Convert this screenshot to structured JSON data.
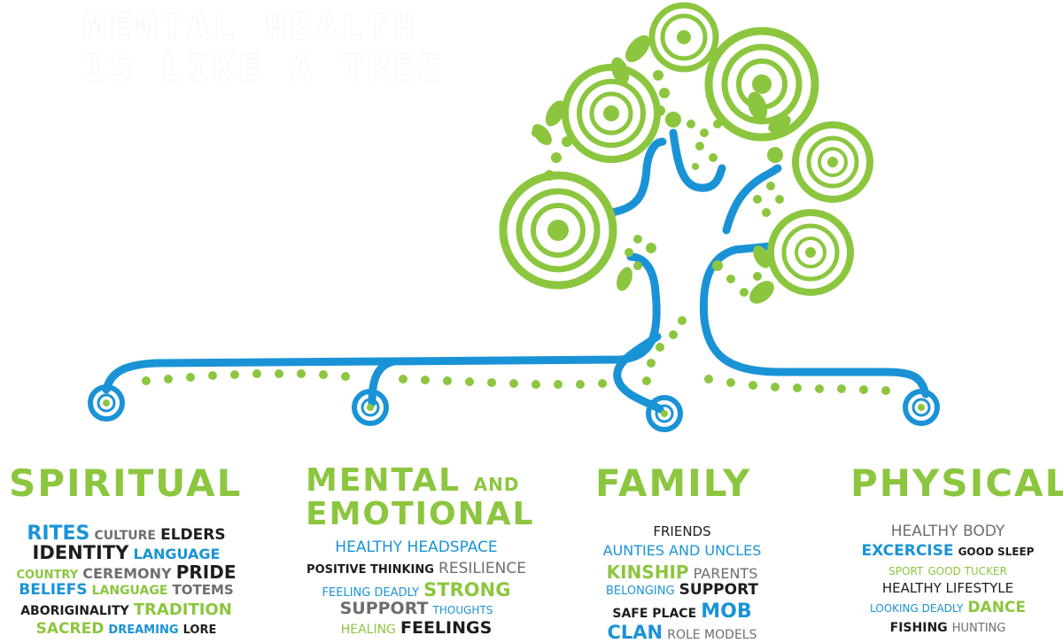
{
  "title": {
    "line1": "MENTAL HEALTH",
    "line2": "IS LIKE A TREE"
  },
  "colors": {
    "green": "#8cc63f",
    "blue": "#1a93d6",
    "dark": "#1d1d1b",
    "grey": "#6d6e71"
  },
  "sections": {
    "spiritual": {
      "heading": "SPIRITUAL",
      "words": [
        [
          "RITES",
          "CULTURE",
          "ELDERS"
        ],
        [
          "IDENTITY",
          "LANGUAGE"
        ],
        [
          "COUNTRY",
          "CEREMONY",
          "PRIDE"
        ],
        [
          "BELIEFS",
          "LANGUAGE",
          "TOTEMS"
        ],
        [
          "ABORIGINALITY",
          "TRADITION"
        ],
        [
          "SACRED",
          "DREAMING",
          "LORE"
        ]
      ]
    },
    "mental": {
      "heading": "MENTAL",
      "heading_and": "AND",
      "heading2": "EMOTIONAL",
      "words": [
        [
          "HEALTHY HEADSPACE"
        ],
        [
          "POSITIVE THINKING",
          "RESILIENCE"
        ],
        [
          "FEELING DEADLY",
          "STRONG"
        ],
        [
          "SUPPORT",
          "THOUGHTS"
        ],
        [
          "HEALING",
          "FEELINGS"
        ]
      ]
    },
    "family": {
      "heading": "FAMILY",
      "words": [
        [
          "FRIENDS"
        ],
        [
          "AUNTIES AND UNCLES"
        ],
        [
          "KINSHIP",
          "PARENTS"
        ],
        [
          "BELONGING",
          "SUPPORT"
        ],
        [
          "SAFE PLACE",
          "MOB"
        ],
        [
          "CLAN",
          "ROLE MODELS"
        ]
      ]
    },
    "physical": {
      "heading": "PHYSICAL",
      "words": [
        [
          "HEALTHY BODY"
        ],
        [
          "EXCERCISE",
          "GOOD SLEEP"
        ],
        [
          "SPORT",
          "GOOD TUCKER"
        ],
        [
          "HEALTHY LIFESTYLE"
        ],
        [
          "LOOKING DEADLY",
          "DANCE"
        ],
        [
          "FISHING",
          "HUNTING"
        ]
      ]
    }
  }
}
